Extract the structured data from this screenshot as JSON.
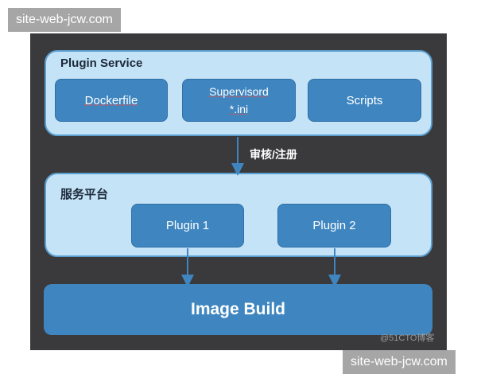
{
  "watermark": {
    "top_text": "site-web-jcw.com",
    "bottom_text": "site-web-jcw.com"
  },
  "plugin_service": {
    "title": "Plugin Service",
    "items": [
      {
        "label": "Dockerfile"
      },
      {
        "label_line1": "Supervisord",
        "label_line2": "*.ini"
      },
      {
        "label": "Scripts"
      }
    ]
  },
  "review_label": "审核/注册",
  "service_platform": {
    "title": "服务平台",
    "plugins": [
      {
        "label": "Plugin 1"
      },
      {
        "label": "Plugin 2"
      }
    ]
  },
  "image_build": {
    "label": "Image Build"
  },
  "credit": "@51CTO博客",
  "colors": {
    "panel_bg": "#3a3a3c",
    "group_bg": "#c5e3f6",
    "box_bg": "#3f86c0",
    "arrow": "#3f86c0"
  }
}
